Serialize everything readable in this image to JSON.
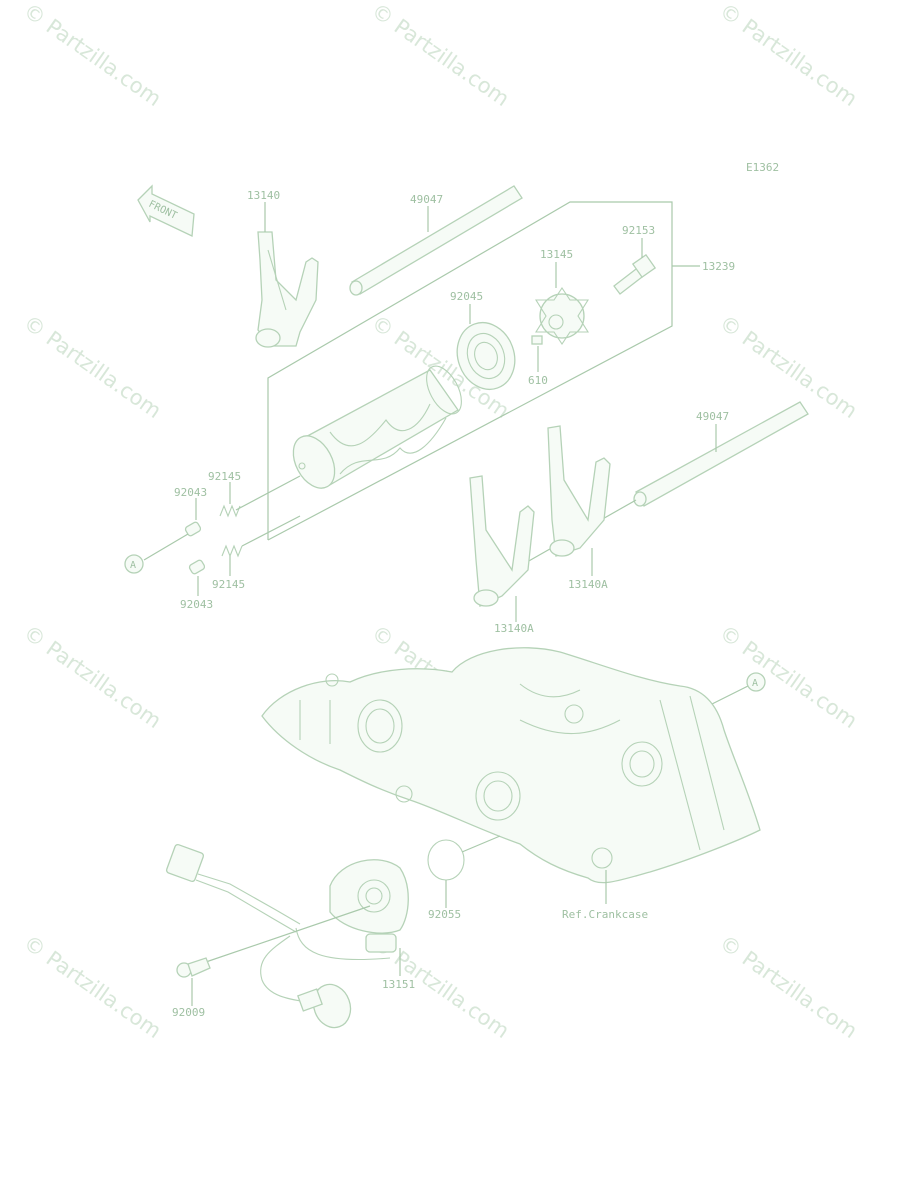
{
  "watermark": "© Partzilla.com",
  "code": "E1362",
  "front": "FRONT",
  "ref": "A",
  "labels": {
    "p13140": "13140",
    "p49047a": "49047",
    "p92153": "92153",
    "p13145": "13145",
    "p13239": "13239",
    "p92045": "92045",
    "p610": "610",
    "p49047b": "49047",
    "p92145a": "92145",
    "p92043a": "92043",
    "p92145b": "92145",
    "p92043b": "92043",
    "p13140a1": "13140A",
    "p13140a2": "13140A",
    "p92055": "92055",
    "pref": "Ref.Crankcase",
    "p13151": "13151",
    "p92009": "92009"
  },
  "colors": {
    "line": "#a9c9ab",
    "text": "#9fc0a2",
    "watermark": "#d8e7d9"
  }
}
